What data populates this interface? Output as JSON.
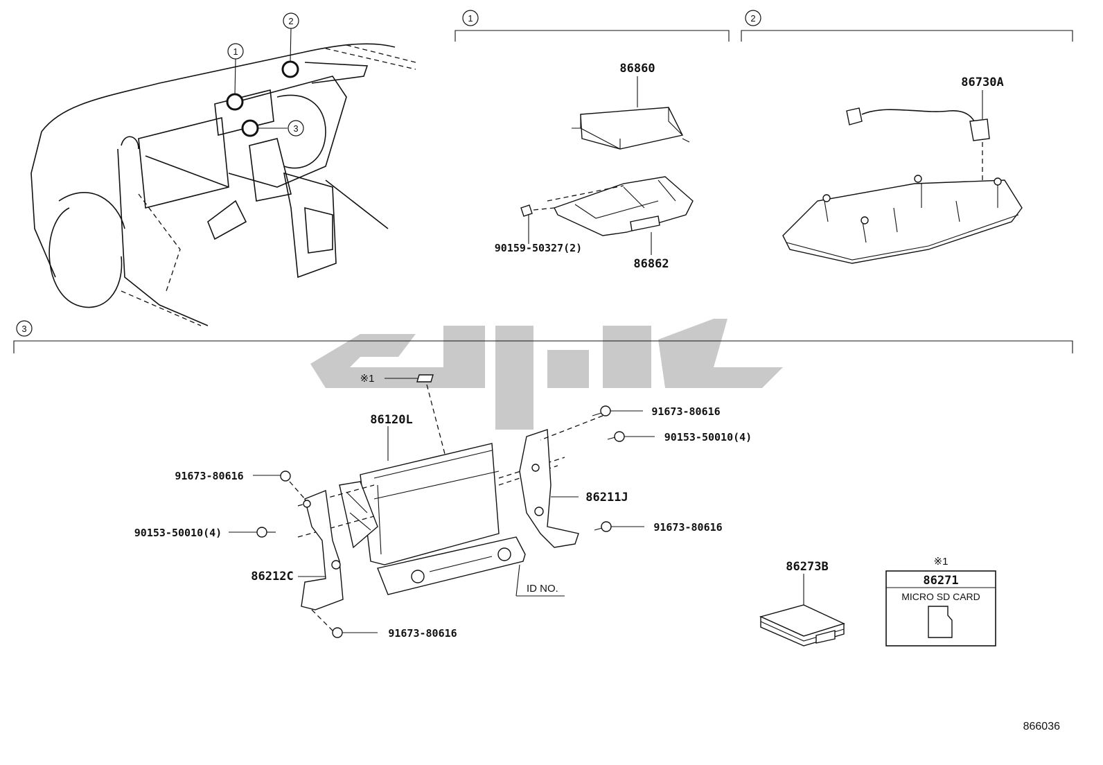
{
  "sections": {
    "s1": {
      "marker": "1"
    },
    "s2": {
      "marker": "2"
    },
    "s3": {
      "marker": "3"
    }
  },
  "overview": {
    "markers": [
      "1",
      "2",
      "3"
    ]
  },
  "parts": {
    "airbag_sensor": "86860",
    "airbag_bracket": "86862",
    "bracket_bolt": "90159-50327(2)",
    "wire_harness": "86730A",
    "radio_receiver": "86120L",
    "bracket_right": "86211J",
    "bracket_left": "86212C",
    "screw_a": "91673-80616",
    "screw_b": "90153-50010(4)",
    "screw_c": "91673-80616",
    "screw_d": "91673-80616",
    "screw_e": "90153-50010(4)",
    "screw_f": "91673-80616",
    "case": "86273B",
    "sd_card_part": "86271"
  },
  "notes": {
    "ref_mark": "※1",
    "ref_mark_box": "※1",
    "id_no": "ID NO.",
    "sd_card_label": "MICRO SD CARD"
  },
  "diagram_id": "866036",
  "colors": {
    "line": "#111111",
    "watermark": "#c9c9c9",
    "background": "#ffffff"
  }
}
